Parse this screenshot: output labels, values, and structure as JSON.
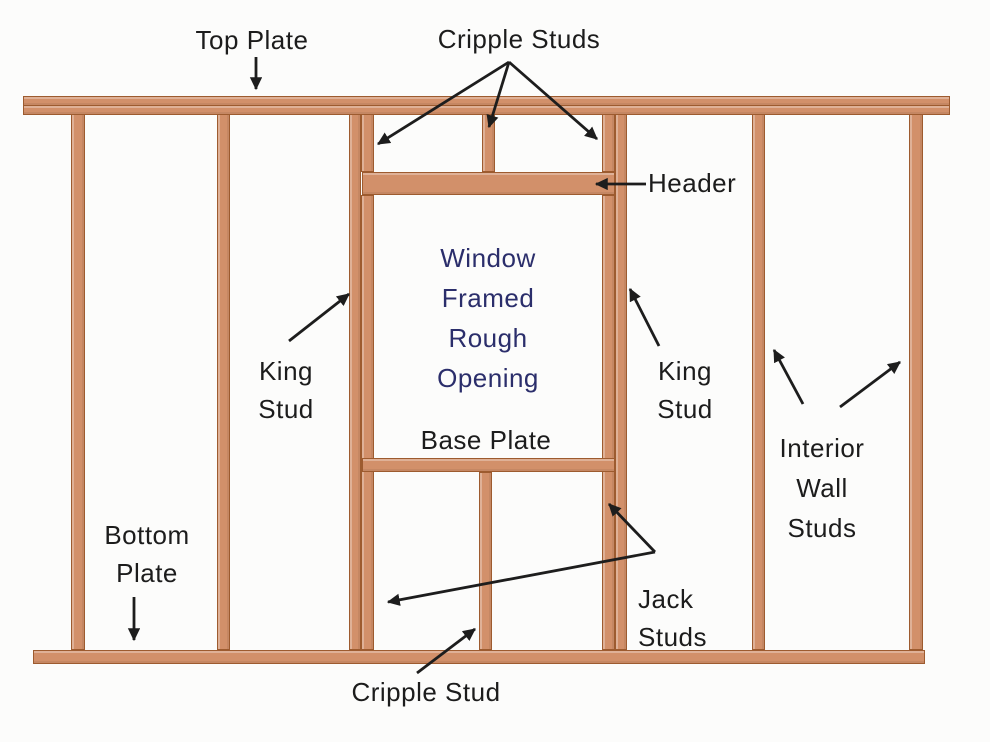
{
  "diagram": {
    "type": "wall-framing-window-rough-opening",
    "labels": {
      "top_plate": "Top Plate",
      "cripple_studs": "Cripple Studs",
      "header": "Header",
      "king_stud_left": "King\nStud",
      "king_stud_right": "King\nStud",
      "window_opening": "Window\nFramed\nRough\nOpening",
      "base_plate": "Base Plate",
      "bottom_plate": "Bottom\nPlate",
      "cripple_stud": "Cripple Stud",
      "jack_studs": "Jack\nStuds",
      "interior_wall_studs": "Interior\nWall\nStuds"
    },
    "colors": {
      "wood_fill": "#D2906A",
      "wood_border": "#9D5B2F",
      "label_text": "#1C1C1C",
      "window_text": "#2B2E6B",
      "arrow": "#1D1D1D",
      "background": "#FCFCFB"
    }
  }
}
